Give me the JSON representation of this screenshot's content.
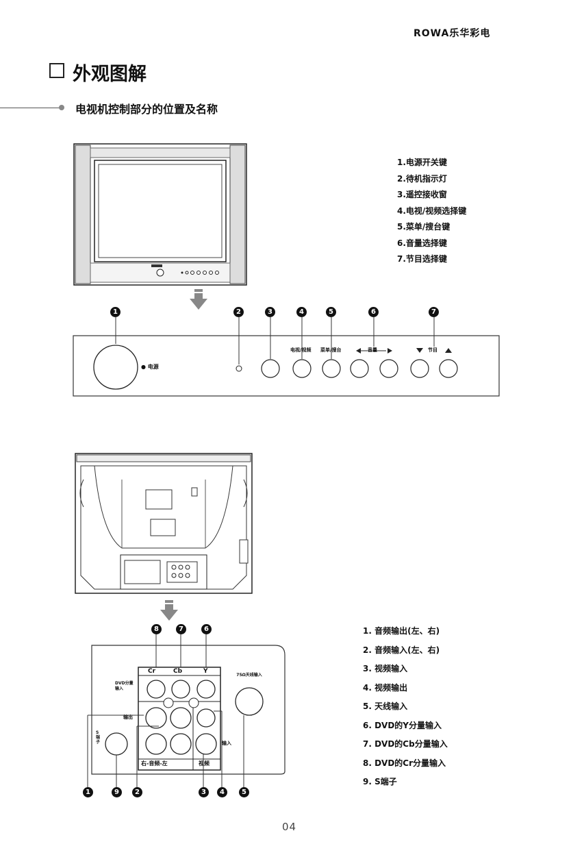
{
  "header": {
    "brand": "ROWA乐华彩电"
  },
  "section": {
    "title": "外观图解"
  },
  "subsection": {
    "title": "电视机控制部分的位置及名称"
  },
  "front_legend": [
    "1.电源开关键",
    "2.待机指示灯",
    "3.遥控接收窗",
    "4.电视/视频选择键",
    "5.菜单/搜台键",
    "6.音量选择键",
    "7.节目选择键"
  ],
  "front_panel": {
    "numbers": [
      "1",
      "2",
      "3",
      "4",
      "5",
      "6",
      "7"
    ],
    "power_label": "● 电源",
    "tv_av_label": "电视/视频",
    "menu_label": "菜单/搜台",
    "volume_label": "音量",
    "channel_label": "节目"
  },
  "rear_legend": [
    "1. 音频输出(左、右)",
    "2. 音频输入(左、右)",
    "3. 视频输入",
    "4. 视频输出",
    "5. 天线输入",
    "6. DVD的Y分量输入",
    "7. DVD的Cb分量输入",
    "8. DVD的Cr分量输入",
    "9. S端子"
  ],
  "rear_panel": {
    "top_numbers": [
      "8",
      "7",
      "6"
    ],
    "bottom_numbers": [
      "1",
      "9",
      "2",
      "3",
      "4",
      "5"
    ],
    "cr_label": "Cr",
    "cb_label": "Cb",
    "y_label": "Y",
    "dvd_label": "DVD分量输入",
    "output_label": "输出",
    "input_label": "输入",
    "audio_label": "右-音频-左",
    "video_label": "视频",
    "antenna_label": "75Ω天线输入",
    "s_label": "S端子"
  },
  "footer": {
    "page_number": "04"
  }
}
